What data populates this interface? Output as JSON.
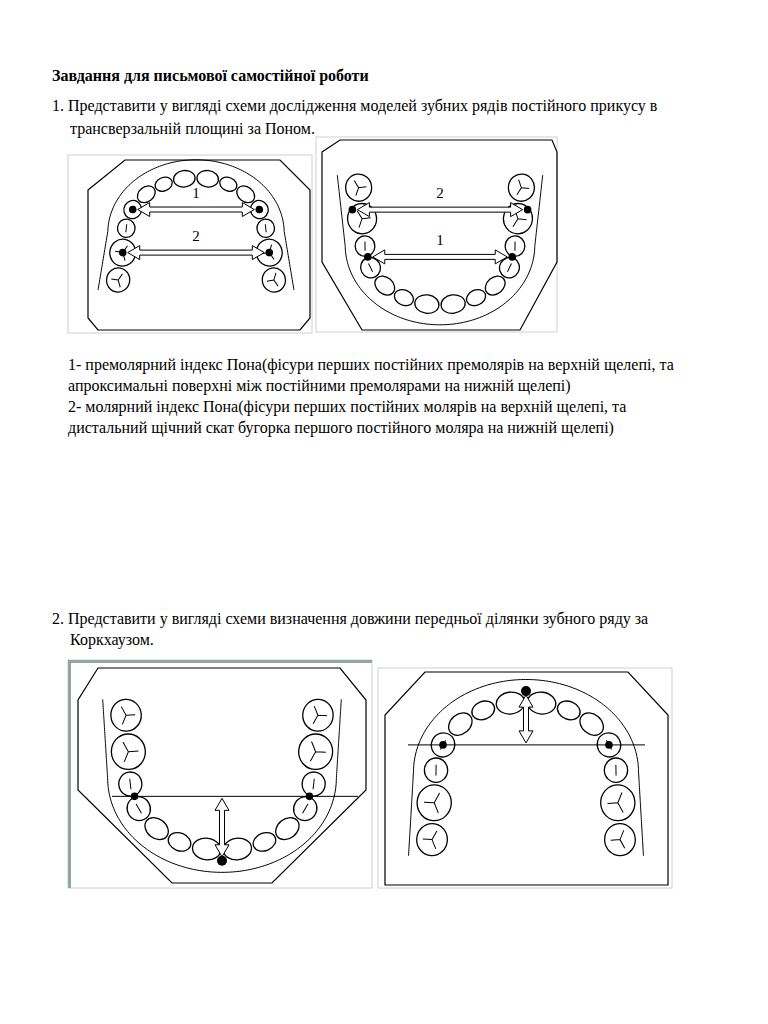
{
  "diagram": {
    "title": "Завдання для письмової самостійної роботи",
    "labels": [
      "1. Представити у вигляді схеми дослідження моделей зубних рядів постійного прикусу в трансверзальній площині за Поном.",
      "1",
      "2",
      "2",
      "1",
      "1- премолярний індекс Пона(фісури перших постійних премолярів на верхній щелепі, та апроксимальні поверхні між постійними премолярами на нижній щелепі)",
      "2- молярний індекс Пона(фісури перших постійних молярів на верхній щелепі, та дистальний щічний скат бугорка першого постійного моляра на нижній щелепі)",
      "2. Представити у вигляді схеми визначення довжини передньої ділянки зубного ряду за Коркхаузом."
    ]
  }
}
